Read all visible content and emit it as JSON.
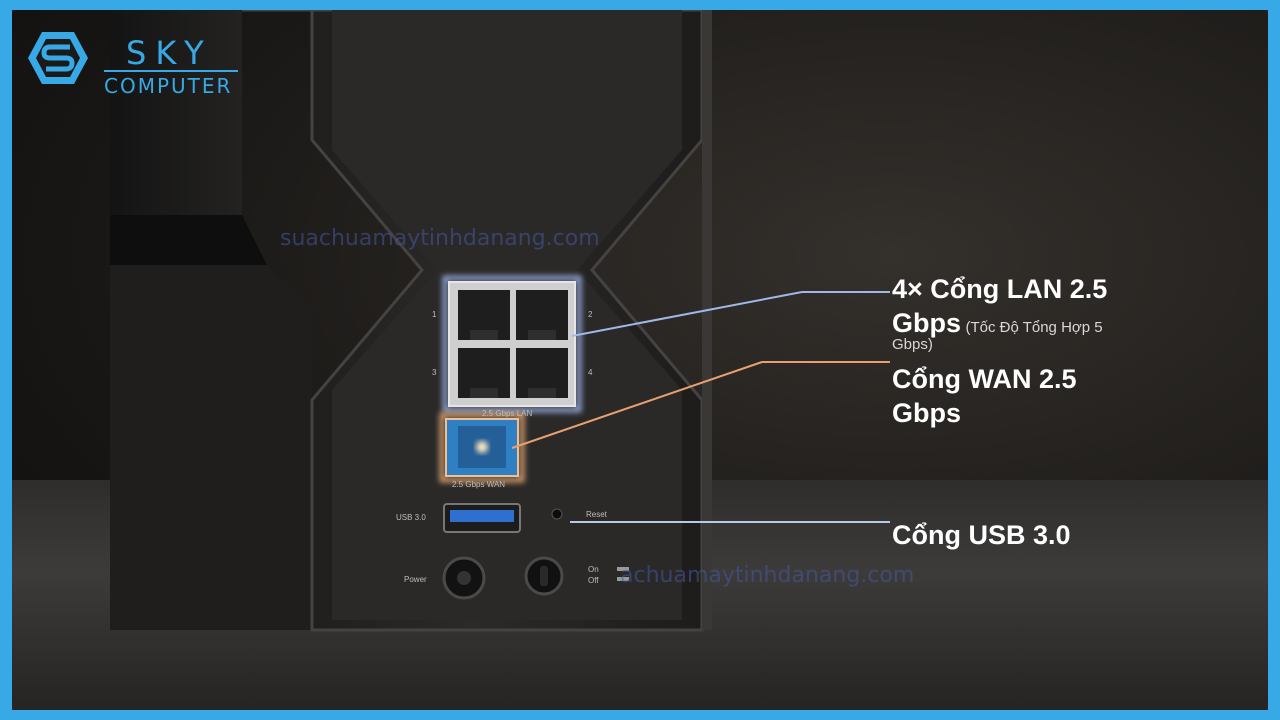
{
  "logo": {
    "brand_top": "SKY",
    "brand_bottom": "COMPUTER",
    "color": "#37a9e6"
  },
  "watermark": {
    "text_top": "suachuamaytinhdanang.com",
    "text_bottom": "achuamaytinhdanang.com"
  },
  "callouts": {
    "lan_main": "4× Cổng LAN 2.5",
    "lan_unit": "Gbps",
    "lan_note": "(Tốc Độ Tổng Hợp 5",
    "lan_note_end": "Gbps)",
    "wan_main": "Cổng WAN 2.5",
    "wan_unit": "Gbps",
    "usb": "Cổng USB 3.0"
  },
  "ports": {
    "lan_numbers": [
      "1",
      "2",
      "3",
      "4"
    ],
    "lan_label": "2.5 Gbps LAN",
    "wan_label": "2.5 Gbps WAN",
    "usb_label": "USB 3.0",
    "reset_label": "Reset",
    "power_label": "Power",
    "switch_on": "On",
    "switch_off": "Off"
  },
  "colors": {
    "lan_line": "#9fb8e8",
    "wan_line": "#e8a070",
    "usb_line": "#b9c8e6",
    "wan_port": "#2f7fc4",
    "border": "#37a9e6"
  }
}
